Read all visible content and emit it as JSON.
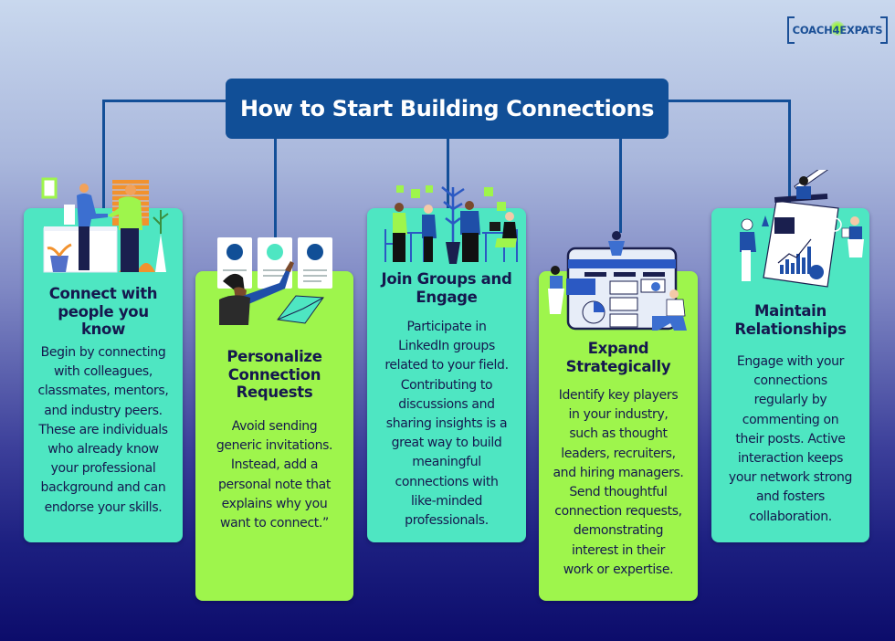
{
  "logo": {
    "text_left": "COACH",
    "text_number": "4",
    "text_right": "EXPATS"
  },
  "title": "How to Start Building Connections",
  "colors": {
    "title_bg": "#114f97",
    "teal_card": "#4ee6c2",
    "lime_card": "#9ef54c",
    "text_dark": "#15184e",
    "connector": "#134f98"
  },
  "cards": [
    {
      "title_lines": [
        "Connect with",
        "people you",
        "know"
      ],
      "body_lines": [
        "Begin by connecting",
        "with colleagues,",
        "classmates, mentors,",
        "and industry peers.",
        "These are individuals",
        "who already know",
        "your professional",
        "background and can",
        "endorse your skills."
      ],
      "color": "teal",
      "illustration": "handshake-office-illustration"
    },
    {
      "title_lines": [
        "Personalize",
        "Connection",
        "Requests"
      ],
      "body_lines": [
        "Avoid sending",
        "generic invitations.",
        "Instead, add a",
        "personal note that",
        "explains why you",
        "want to connect.”"
      ],
      "color": "lime",
      "illustration": "profile-cards-envelope-illustration"
    },
    {
      "title_lines": [
        "Join Groups and",
        "Engage"
      ],
      "body_lines": [
        "Participate in",
        "LinkedIn groups",
        "related to your field.",
        "Contributing to",
        "discussions and",
        "sharing insights is a",
        "great way to build",
        "meaningful",
        "connections with",
        "like-minded",
        "professionals."
      ],
      "color": "teal",
      "illustration": "group-networking-illustration"
    },
    {
      "title_lines": [
        "Expand",
        "Strategically"
      ],
      "body_lines": [
        "Identify key players",
        "in your industry,",
        "such as thought",
        "leaders, recruiters,",
        "and hiring managers.",
        "Send thoughtful",
        "connection requests,",
        "demonstrating",
        "interest in their",
        "work or expertise."
      ],
      "color": "lime",
      "illustration": "dashboard-team-illustration"
    },
    {
      "title_lines": [
        "Maintain",
        "Relationships"
      ],
      "body_lines": [
        "Engage with your",
        "connections",
        "regularly by",
        "commenting on",
        "their posts. Active",
        "interaction keeps",
        "your network strong",
        "and fosters",
        "collaboration."
      ],
      "color": "teal",
      "illustration": "growth-chart-team-illustration"
    }
  ]
}
